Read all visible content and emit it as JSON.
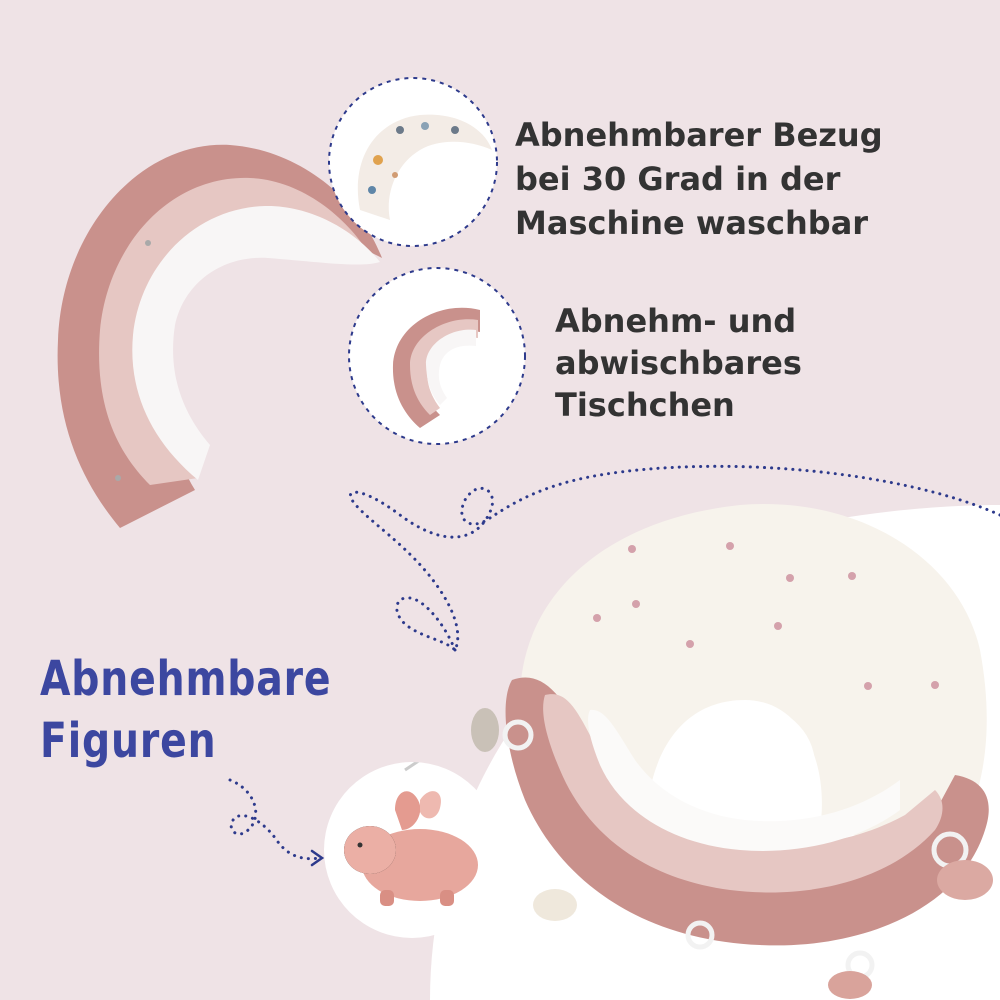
{
  "features": {
    "cover": {
      "lines": [
        "Abnehmbarer Bezug",
        "bei 30 Grad in der",
        "Maschine waschbar"
      ]
    },
    "table": {
      "lines": [
        "Abnehm- und",
        "abwischbares",
        "Tischchen"
      ]
    }
  },
  "figures": {
    "heading_lines": [
      "Abnehmbare",
      "Figuren"
    ]
  },
  "colors": {
    "background": "#efe3e6",
    "text": "#333333",
    "heading": "#3c47a0",
    "dots": "#2d3a8c",
    "rainbow_outer": "#c9918c",
    "rainbow_middle": "#e6c7c3",
    "rainbow_inner": "#f8f6f6",
    "pillow": "#f7f3ec"
  }
}
